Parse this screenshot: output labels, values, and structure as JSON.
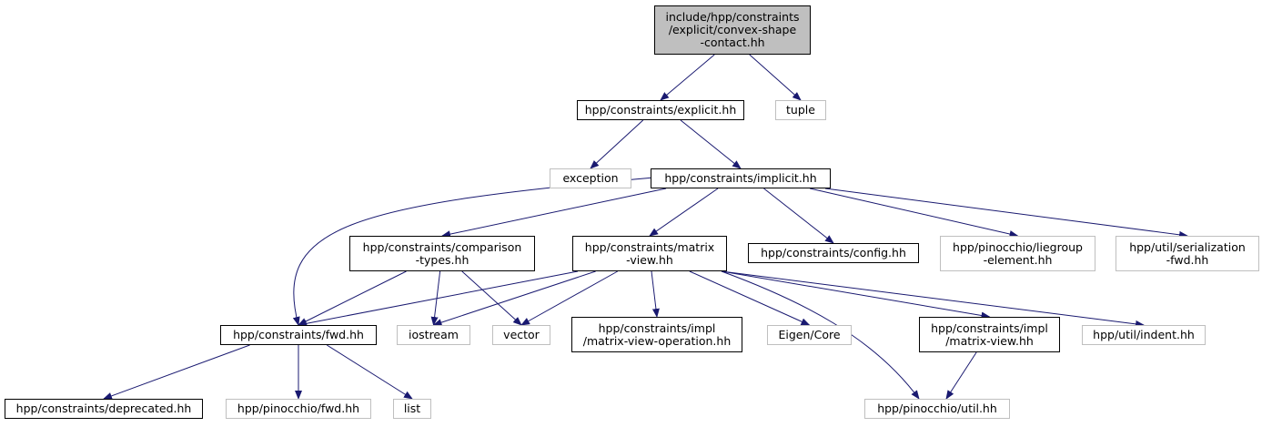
{
  "colors": {
    "edge": "#191970",
    "local_border": "#000000",
    "system_border": "#bfbfbf",
    "root_fill": "#bfbfbf"
  },
  "nodes": [
    {
      "id": "root",
      "kind": "root",
      "lines": [
        "include/hpp/constraints",
        "/explicit/convex-shape",
        "-contact.hh"
      ]
    },
    {
      "id": "explicit",
      "kind": "local",
      "lines": [
        "hpp/constraints/explicit.hh"
      ]
    },
    {
      "id": "tuple",
      "kind": "system",
      "lines": [
        "tuple"
      ]
    },
    {
      "id": "exception",
      "kind": "system",
      "lines": [
        "exception"
      ]
    },
    {
      "id": "implicit",
      "kind": "local",
      "lines": [
        "hpp/constraints/implicit.hh"
      ]
    },
    {
      "id": "comparison",
      "kind": "local",
      "lines": [
        "hpp/constraints/comparison",
        "-types.hh"
      ]
    },
    {
      "id": "matrixview",
      "kind": "local",
      "lines": [
        "hpp/constraints/matrix",
        "-view.hh"
      ]
    },
    {
      "id": "config",
      "kind": "local",
      "lines": [
        "hpp/constraints/config.hh"
      ]
    },
    {
      "id": "liegroup",
      "kind": "system",
      "lines": [
        "hpp/pinocchio/liegroup",
        "-element.hh"
      ]
    },
    {
      "id": "serialization",
      "kind": "system",
      "lines": [
        "hpp/util/serialization",
        "-fwd.hh"
      ]
    },
    {
      "id": "fwd",
      "kind": "local",
      "lines": [
        "hpp/constraints/fwd.hh"
      ]
    },
    {
      "id": "iostream",
      "kind": "system",
      "lines": [
        "iostream"
      ]
    },
    {
      "id": "vector",
      "kind": "system",
      "lines": [
        "vector"
      ]
    },
    {
      "id": "mvop",
      "kind": "local",
      "lines": [
        "hpp/constraints/impl",
        "/matrix-view-operation.hh"
      ]
    },
    {
      "id": "eigen",
      "kind": "system",
      "lines": [
        "Eigen/Core"
      ]
    },
    {
      "id": "implmv",
      "kind": "local",
      "lines": [
        "hpp/constraints/impl",
        "/matrix-view.hh"
      ]
    },
    {
      "id": "indent",
      "kind": "system",
      "lines": [
        "hpp/util/indent.hh"
      ]
    },
    {
      "id": "deprecated",
      "kind": "local",
      "lines": [
        "hpp/constraints/deprecated.hh"
      ]
    },
    {
      "id": "pinfwd",
      "kind": "system",
      "lines": [
        "hpp/pinocchio/fwd.hh"
      ]
    },
    {
      "id": "list",
      "kind": "system",
      "lines": [
        "list"
      ]
    },
    {
      "id": "pinutil",
      "kind": "system",
      "lines": [
        "hpp/pinocchio/util.hh"
      ]
    }
  ],
  "edges": [
    [
      "root",
      "explicit"
    ],
    [
      "root",
      "tuple"
    ],
    [
      "explicit",
      "exception"
    ],
    [
      "explicit",
      "implicit"
    ],
    [
      "implicit",
      "fwd"
    ],
    [
      "implicit",
      "comparison"
    ],
    [
      "implicit",
      "matrixview"
    ],
    [
      "implicit",
      "config"
    ],
    [
      "implicit",
      "liegroup"
    ],
    [
      "implicit",
      "serialization"
    ],
    [
      "comparison",
      "fwd"
    ],
    [
      "comparison",
      "iostream"
    ],
    [
      "comparison",
      "vector"
    ],
    [
      "matrixview",
      "fwd"
    ],
    [
      "matrixview",
      "iostream"
    ],
    [
      "matrixview",
      "vector"
    ],
    [
      "matrixview",
      "mvop"
    ],
    [
      "matrixview",
      "eigen"
    ],
    [
      "matrixview",
      "pinutil"
    ],
    [
      "matrixview",
      "implmv"
    ],
    [
      "matrixview",
      "indent"
    ],
    [
      "fwd",
      "deprecated"
    ],
    [
      "fwd",
      "pinfwd"
    ],
    [
      "fwd",
      "list"
    ],
    [
      "implmv",
      "pinutil"
    ]
  ]
}
